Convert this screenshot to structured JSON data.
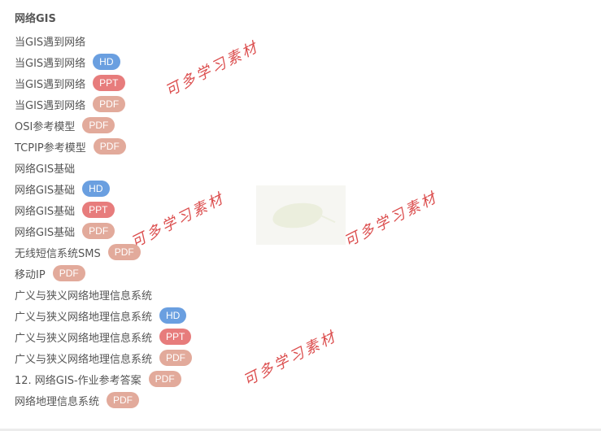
{
  "section": {
    "title": "网络GIS"
  },
  "items": [
    {
      "label": "当GIS遇到网络",
      "badge": null
    },
    {
      "label": "当GIS遇到网络",
      "badge": "HD"
    },
    {
      "label": "当GIS遇到网络",
      "badge": "PPT"
    },
    {
      "label": "当GIS遇到网络",
      "badge": "PDF"
    },
    {
      "label": "OSI参考模型",
      "badge": "PDF"
    },
    {
      "label": "TCPIP参考模型",
      "badge": "PDF"
    },
    {
      "label": "网络GIS基础",
      "badge": null
    },
    {
      "label": "网络GIS基础",
      "badge": "HD"
    },
    {
      "label": "网络GIS基础",
      "badge": "PPT"
    },
    {
      "label": "网络GIS基础",
      "badge": "PDF"
    },
    {
      "label": "无线短信系统SMS",
      "badge": "PDF"
    },
    {
      "label": "移动IP",
      "badge": "PDF"
    },
    {
      "label": "广义与狭义网络地理信息系统",
      "badge": null
    },
    {
      "label": "广义与狭义网络地理信息系统",
      "badge": "HD"
    },
    {
      "label": "广义与狭义网络地理信息系统",
      "badge": "PPT"
    },
    {
      "label": "广义与狭义网络地理信息系统",
      "badge": "PDF"
    },
    {
      "label": "12. 网络GIS-作业参考答案",
      "badge": "PDF"
    },
    {
      "label": "网络地理信息系统",
      "badge": "PDF"
    }
  ],
  "badge_colors": {
    "HD": "#6a9fe0",
    "PPT": "#e77c7c",
    "PDF": "#e2aa9b"
  },
  "watermark": {
    "text": "可多学习素材",
    "color": "#d83a3a"
  },
  "image": {
    "icon": "leaf-image"
  }
}
